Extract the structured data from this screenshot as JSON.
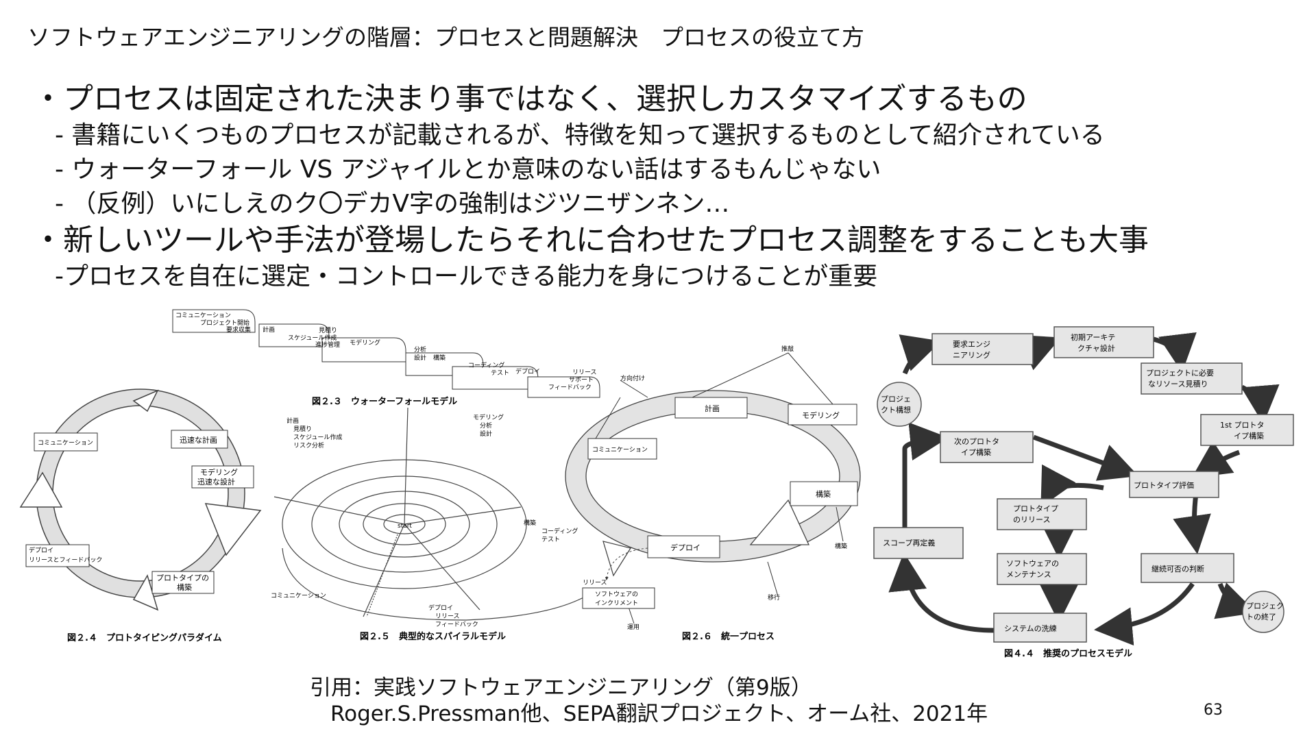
{
  "title": "ソフトウェアエンジニアリングの階層：プロセスと問題解決　プロセスの役立て方",
  "bullets": [
    {
      "text": "・プロセスは固定された決まり事ではなく、選択しカスタマイズするもの",
      "subs": [
        "- 書籍にいくつものプロセスが記載されるが、特徴を知って選択するものとして紹介されている",
        "- ウォーターフォール VS アジャイルとか意味のない話はするもんじゃない",
        "- （反例）いにしえのク〇デカV字の強制はジツニザンネン…"
      ]
    },
    {
      "text": "・新しいツールや手法が登場したらそれに合わせたプロセス調整をすることも大事",
      "subs": [
        "-プロセスを自在に選定・コントロールできる能力を身につけることが重要"
      ]
    }
  ],
  "figures": {
    "waterfall": {
      "caption": "図２.３　ウォーターフォールモデル",
      "steps": [
        "コミュニケーション",
        "計画",
        "モデリング",
        "構築",
        "デプロイ"
      ],
      "notes": [
        "プロジェクト開始",
        "要求収集",
        "見積り",
        "スケジュール作成",
        "進捗管理",
        "分析",
        "設計",
        "コーディング",
        "テスト",
        "リリース",
        "サポート",
        "フィードバック"
      ]
    },
    "prototyping": {
      "caption": "図２.４　プロトタイピングパラダイム",
      "boxes": [
        "コミュニケーション",
        "迅速な計画",
        "モデリング",
        "迅速な設計",
        "プロトタイプの",
        "構築",
        "デプロイ",
        "リリースとフィードバック"
      ]
    },
    "spiral": {
      "caption": "図２.５　典型的なスパイラルモデル",
      "labels": [
        "計画",
        "見積り",
        "スケジュール作成",
        "リスク分析",
        "モデリング",
        "分析",
        "設計",
        "構築",
        "コーディング",
        "テスト",
        "デプロイ",
        "リリース",
        "フィードバック",
        "コミュニケーション",
        "start"
      ]
    },
    "unified": {
      "caption": "図２.６　統一プロセス",
      "boxes": [
        "計画",
        "モデリング",
        "構築",
        "デプロイ",
        "コミュニケーション"
      ],
      "phases": [
        "方向付け",
        "推敲",
        "構築",
        "移行",
        "運用"
      ],
      "release_label": "リリース",
      "increment": [
        "ソフトウェアの",
        "インクリメント"
      ]
    },
    "recommended": {
      "caption": "図４.４　推奨のプロセスモデル",
      "nodes": {
        "concept": [
          "プロジェ",
          "クト構想"
        ],
        "req": [
          "要求エンジ",
          "ニアリング"
        ],
        "arch": [
          "初期アーキテ",
          "クチャ設計"
        ],
        "estimate": [
          "プロジェクトに必要",
          "なリソース見積り"
        ],
        "first_proto": [
          "1st プロトタ",
          "イプ構築"
        ],
        "next_proto": [
          "次のプロトタ",
          "イプ構築"
        ],
        "eval": [
          "プロトタイプ評価"
        ],
        "release": [
          "プロトタイプ",
          "のリリース"
        ],
        "maint": [
          "ソフトウェアの",
          "メンテナンス"
        ],
        "rescope": [
          "スコープ再定義"
        ],
        "judge": [
          "継続可否の判断"
        ],
        "refine": [
          "システムの洗練"
        ],
        "end": [
          "プロジェク",
          "トの終了"
        ]
      }
    }
  },
  "citation": {
    "line1": "引用：実践ソフトウェアエンジニアリング（第9版）",
    "line2": "Roger.S.Pressman他、SEPA翻訳プロジェクト、オーム社、2021年"
  },
  "page_number": "63"
}
